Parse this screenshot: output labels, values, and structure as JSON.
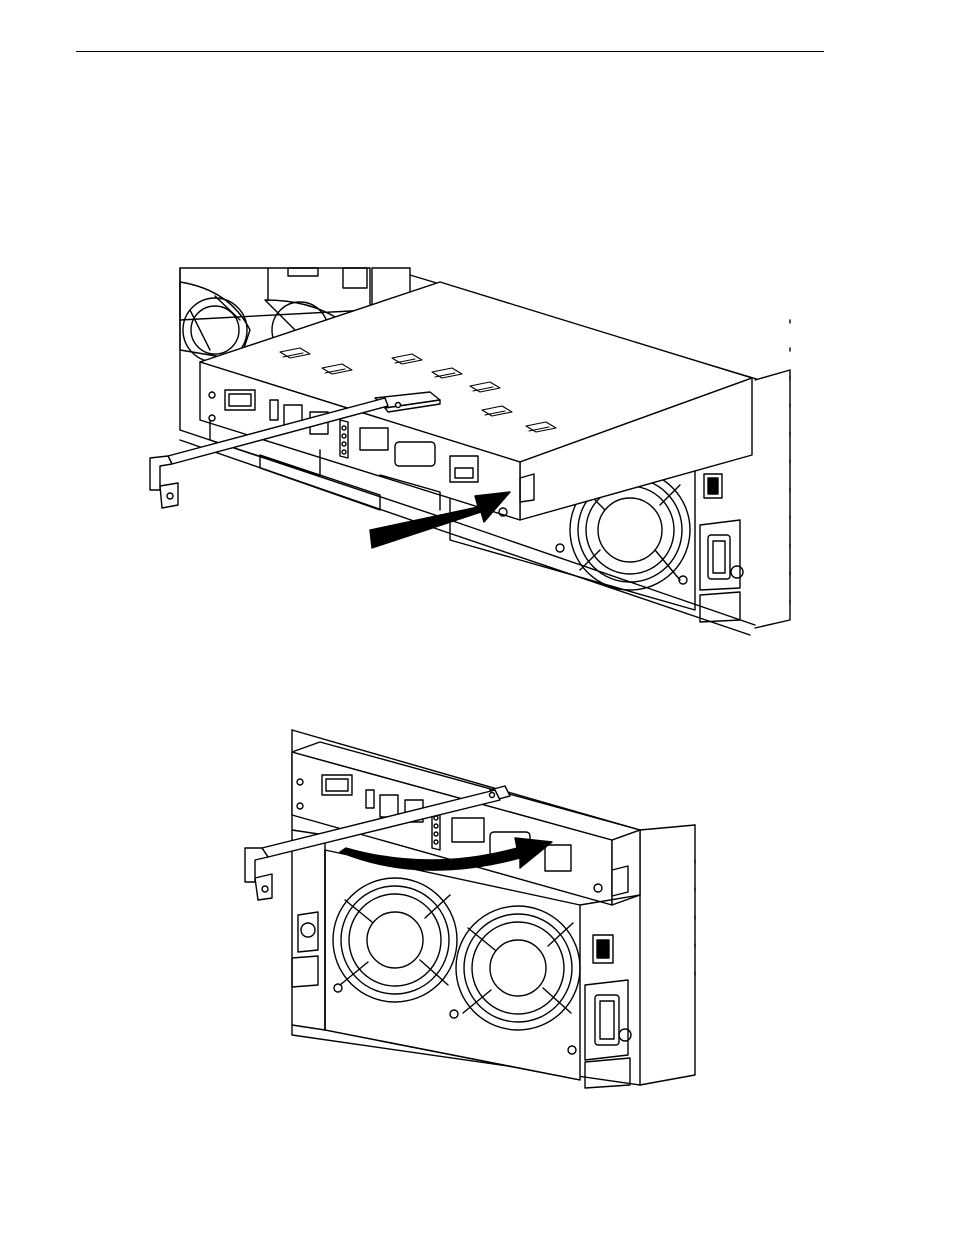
{
  "page": {
    "header_rule": true
  },
  "figures": [
    {
      "id": "insert-controller",
      "depicts": [
        "controller-module",
        "mounting-bracket",
        "direction-arrow",
        "fan-assembly",
        "power-switch",
        "power-inlet"
      ]
    },
    {
      "id": "rotate-bracket",
      "depicts": [
        "controller-module",
        "mounting-bracket",
        "curved-direction-arrow",
        "dual-fans",
        "power-switch",
        "power-inlet"
      ]
    }
  ],
  "colors": {
    "line": "#000000",
    "fill": "#ffffff",
    "arrow": "#000000",
    "shade": "#e6e6e6"
  }
}
